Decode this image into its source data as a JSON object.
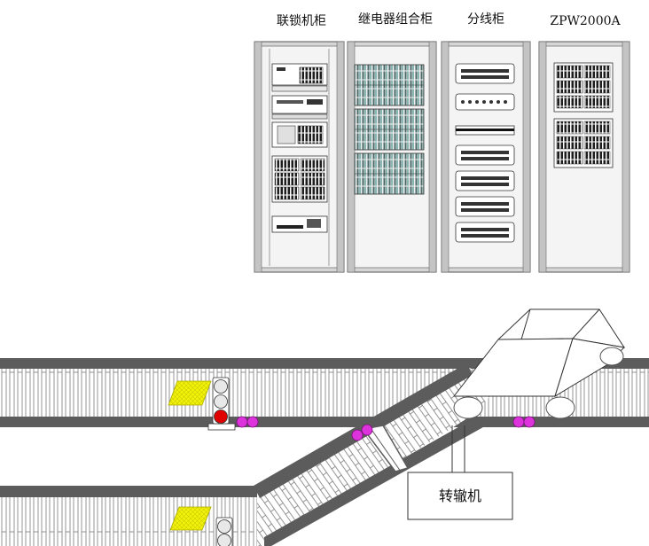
{
  "cabinets": {
    "interlock": {
      "label": "联锁机柜"
    },
    "relay": {
      "label": "继电器组合柜"
    },
    "distribution": {
      "label": "分线柜"
    },
    "zpw": {
      "label": "ZPW2000A"
    }
  },
  "switch_machine": {
    "label": "转辙机"
  },
  "colors": {
    "rail": "#5c5c5c",
    "sleeper": "#9a9a9a",
    "signal_red": "#e00000",
    "signal_off": "#e8e8e8",
    "balise": "#f3f30a",
    "insulated_joint": "#dd33dd",
    "cabinet_frame": "#cfcfcf"
  },
  "signals": [
    {
      "aspects": [
        "off",
        "off",
        "red"
      ]
    },
    {
      "aspects": [
        "off",
        "off"
      ]
    }
  ]
}
